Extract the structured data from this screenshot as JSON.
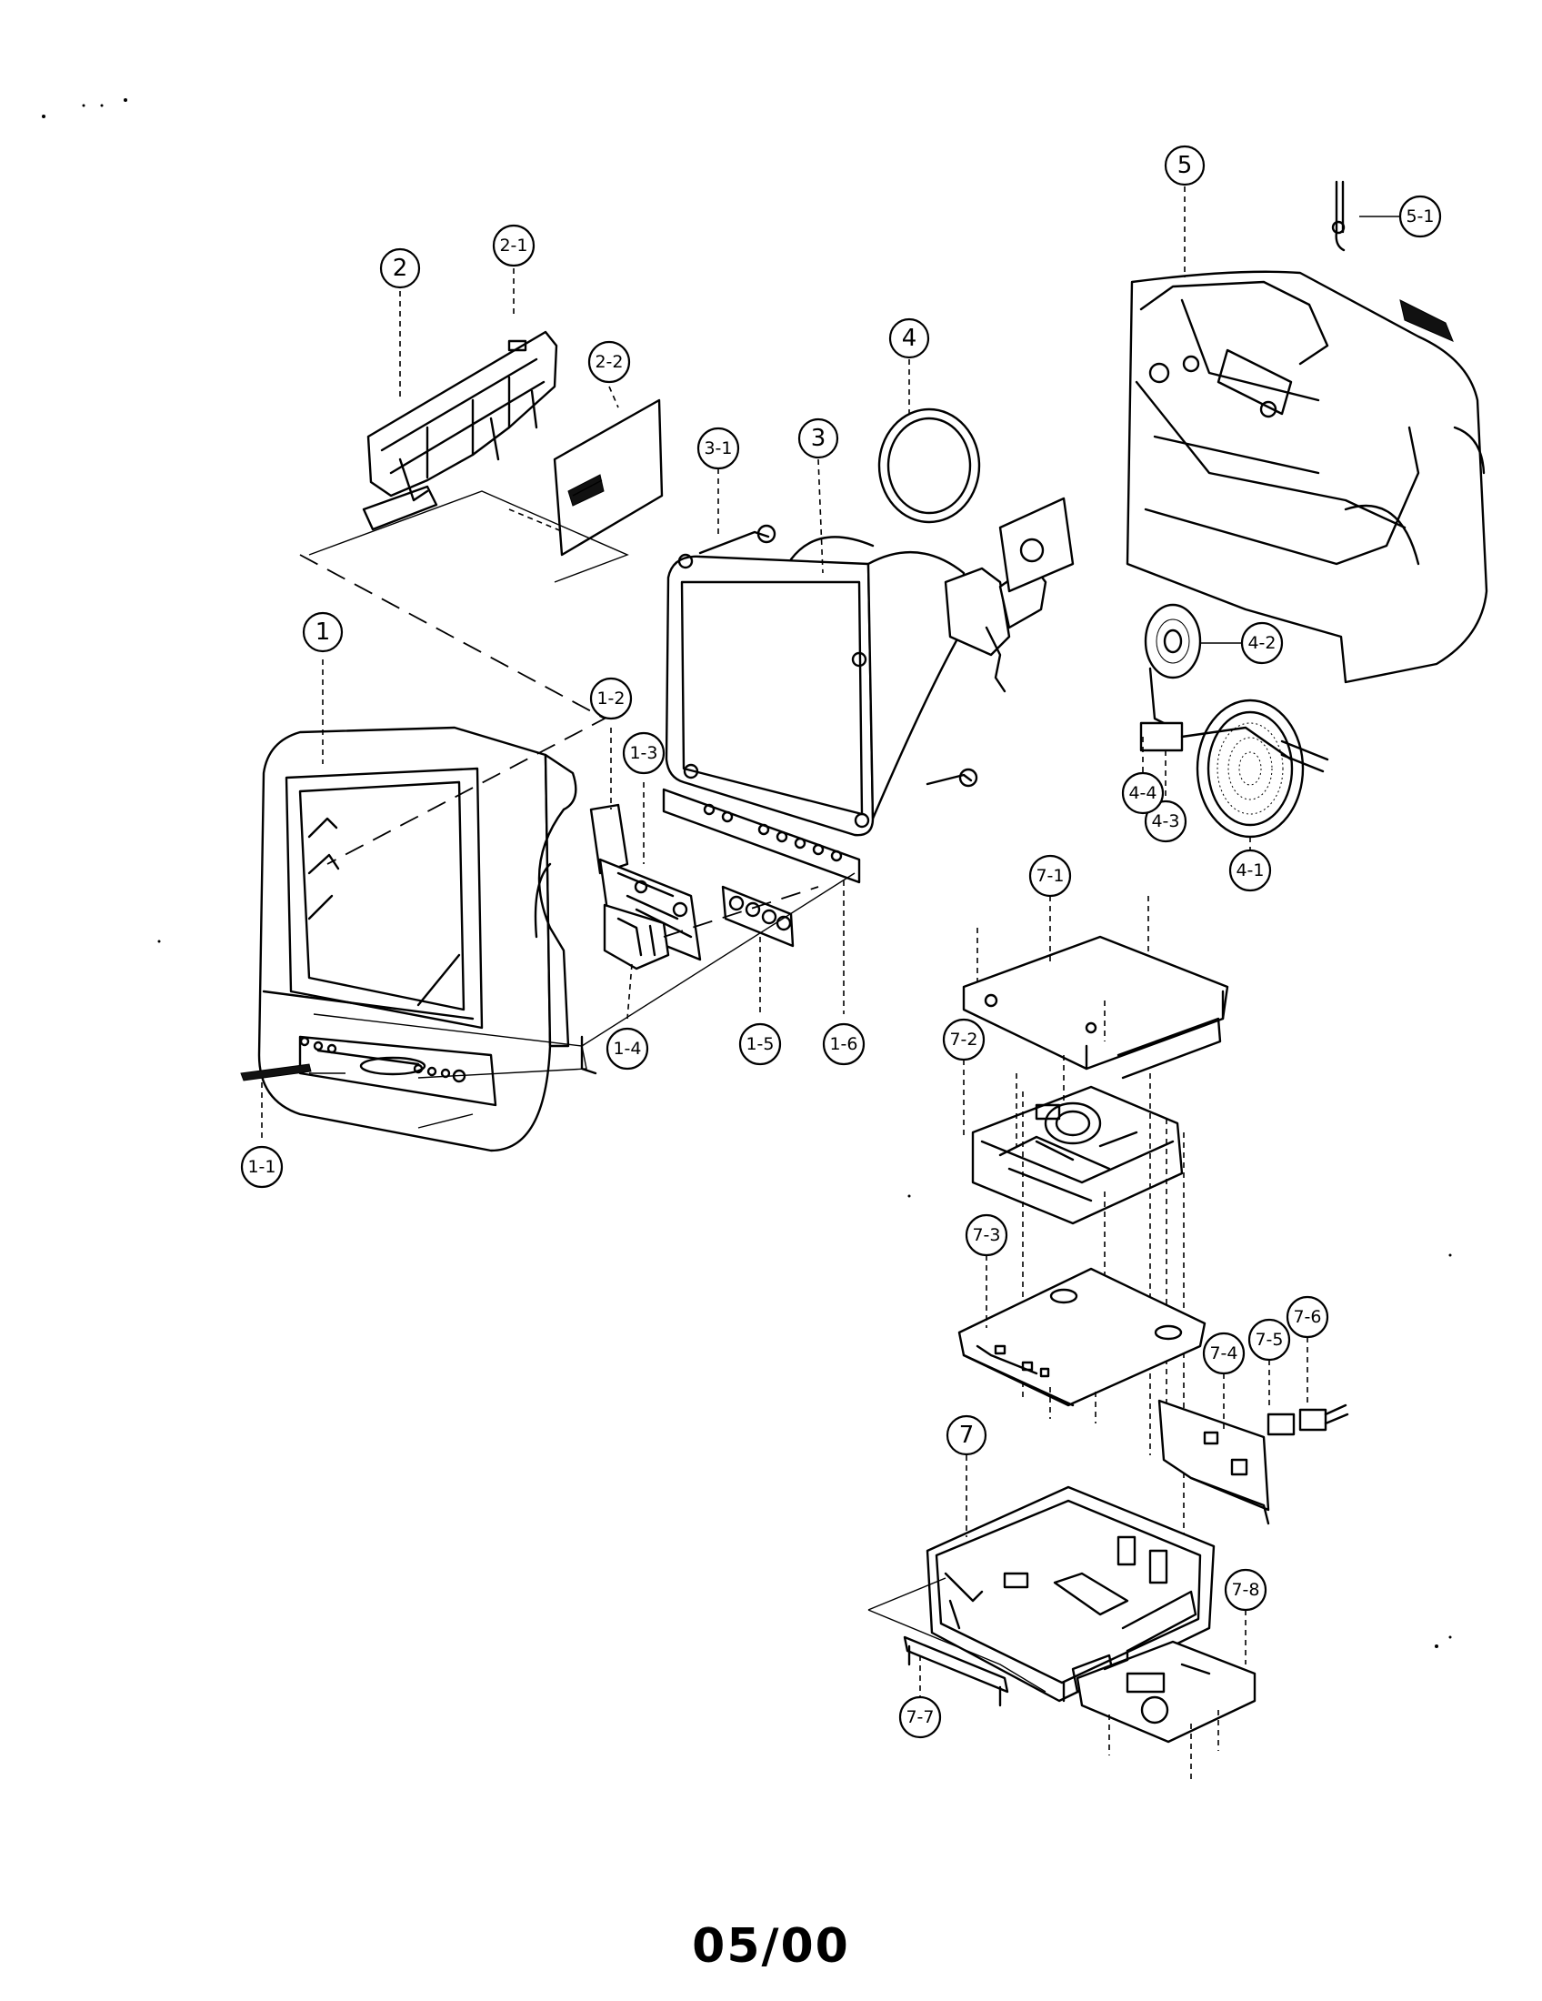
{
  "diagram": {
    "callouts": [
      "1",
      "1-1",
      "1-2",
      "1-3",
      "1-4",
      "1-5",
      "1-6",
      "2",
      "2-1",
      "2-2",
      "3",
      "3-1",
      "4",
      "4-1",
      "4-2",
      "4-3",
      "4-4",
      "5",
      "5-1",
      "7",
      "7-1",
      "7-2",
      "7-3",
      "7-4",
      "7-5",
      "7-6",
      "7-7",
      "7-8"
    ]
  },
  "footer": {
    "page_label": "05/00"
  }
}
